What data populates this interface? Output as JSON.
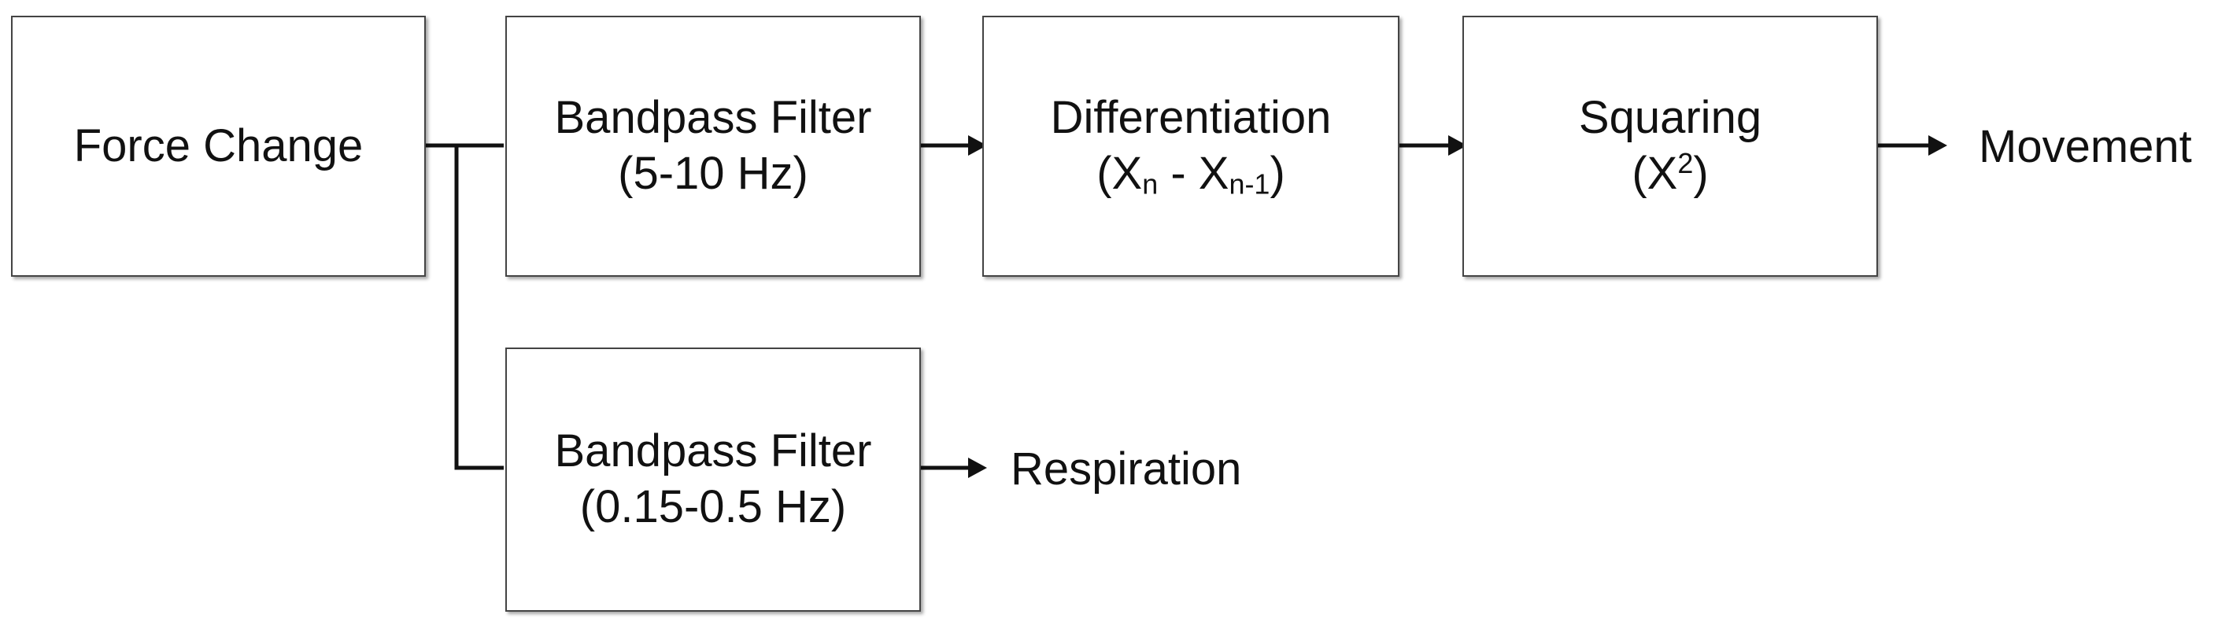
{
  "nodes": {
    "force_change": {
      "label": "Force Change"
    },
    "bandpass_movement": {
      "line1": "Bandpass Filter",
      "line2": "(5-10 Hz)"
    },
    "differentiation": {
      "line1": "Differentiation",
      "formula": {
        "open": "(",
        "x1": "X",
        "sub1": "n",
        "minus": " - ",
        "x2": "X",
        "sub2": "n-1",
        "close": ")"
      }
    },
    "squaring": {
      "line1": "Squaring",
      "formula": {
        "open": "(",
        "x": "X",
        "sup": "2",
        "close": ")"
      }
    },
    "bandpass_respiration": {
      "line1": "Bandpass Filter",
      "line2": "(0.15-0.5 Hz)"
    }
  },
  "outputs": {
    "movement": "Movement",
    "respiration": "Respiration"
  },
  "colors": {
    "box_border": "#444444",
    "arrow": "#111111",
    "text": "#111111"
  }
}
